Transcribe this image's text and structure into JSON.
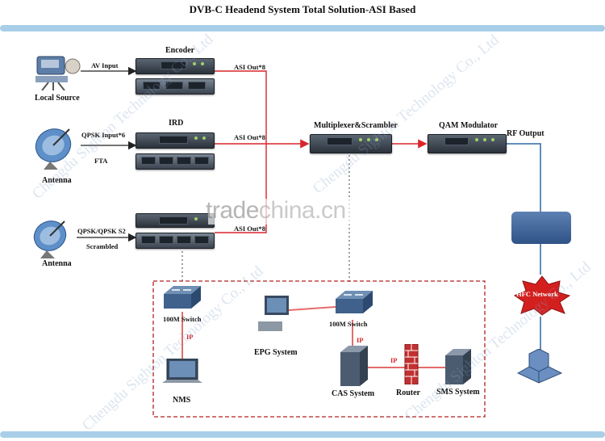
{
  "title": "DVB-C Headend System Total Solution-ASI Based",
  "sources": {
    "local_source": "Local Source",
    "antenna_1": "Antenna",
    "antenna_2": "Antenna"
  },
  "inputs": {
    "av_input": "AV Input",
    "qpsk_input": "QPSK Input*6",
    "fta": "FTA",
    "qpsk_s2": "QPSK/QPSK S2",
    "scrambled": "Scrambled"
  },
  "devices": {
    "encoder": "Encoder",
    "ird": "IRD",
    "multiplexer": "Multiplexer&Scrambler",
    "qam": "QAM Modulator"
  },
  "outputs": {
    "asi_out_1": "ASI Out*8",
    "asi_out_2": "ASI Out*8",
    "asi_out_3": "ASI Out*8",
    "rf_output": "RF Output"
  },
  "network": {
    "hfc": "HFC Network"
  },
  "management": {
    "switch_left": "100M Switch",
    "switch_right": "100M Switch",
    "ip_1": "IP",
    "ip_2": "IP",
    "ip_3": "IP",
    "nms": "NMS",
    "epg": "EPG System",
    "cas": "CAS System",
    "router": "Router",
    "sms": "SMS System"
  },
  "watermarks": {
    "company": "Chengdu Sighton Technology Co., Ltd",
    "site": "trade",
    "site2": "china.cn"
  },
  "colors": {
    "signal_line": "#d9252b",
    "rf_line": "#4f7fb2",
    "band": "#a9cfe8",
    "dashed_frame": "#b22222"
  }
}
